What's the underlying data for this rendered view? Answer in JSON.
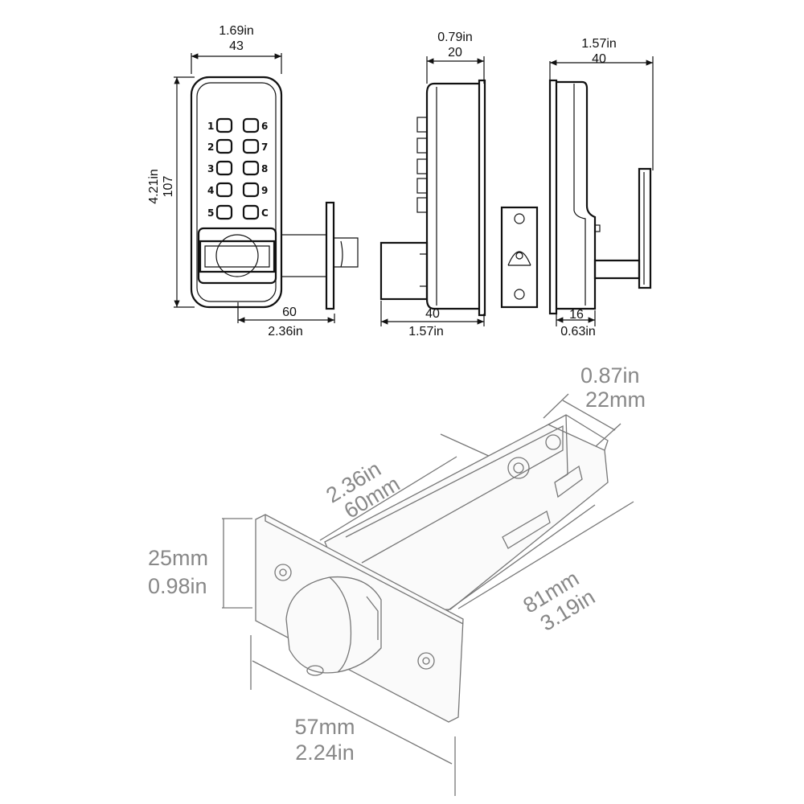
{
  "top": {
    "front": {
      "width_in": "1.69in",
      "width_mm": "43",
      "height_in": "4.21in",
      "height_mm": "107",
      "spindle_mm": "60",
      "spindle_in": "2.36in",
      "keys": [
        {
          "left": "1",
          "right": "6"
        },
        {
          "left": "2",
          "right": "7"
        },
        {
          "left": "3",
          "right": "8"
        },
        {
          "left": "4",
          "right": "9"
        },
        {
          "left": "5",
          "right": "C"
        }
      ]
    },
    "side": {
      "depth_in": "0.79in",
      "depth_mm": "20",
      "base_mm": "40",
      "base_in": "1.57in"
    },
    "rear": {
      "width_in": "1.57in",
      "width_mm": "40",
      "lever_mm": "16",
      "lever_in": "0.63in"
    }
  },
  "latch": {
    "plate_w_in": "0.87in",
    "plate_w_mm": "22mm",
    "backset_in": "2.36in",
    "backset_mm": "60mm",
    "face_h_mm": "25mm",
    "face_h_in": "0.98in",
    "total_mm": "81mm",
    "total_in": "3.19in",
    "face_w_mm": "57mm",
    "face_w_in": "2.24in"
  }
}
